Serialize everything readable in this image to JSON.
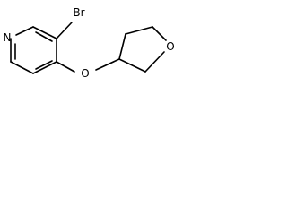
{
  "molecule": {
    "atoms": {
      "bromine": "Br",
      "pyridine_nitrogen": "N",
      "ether_oxygen": "O",
      "ring_oxygen": "O"
    }
  },
  "colors": {
    "bond": "#000000",
    "label": "#000000",
    "background": "#ffffff"
  }
}
